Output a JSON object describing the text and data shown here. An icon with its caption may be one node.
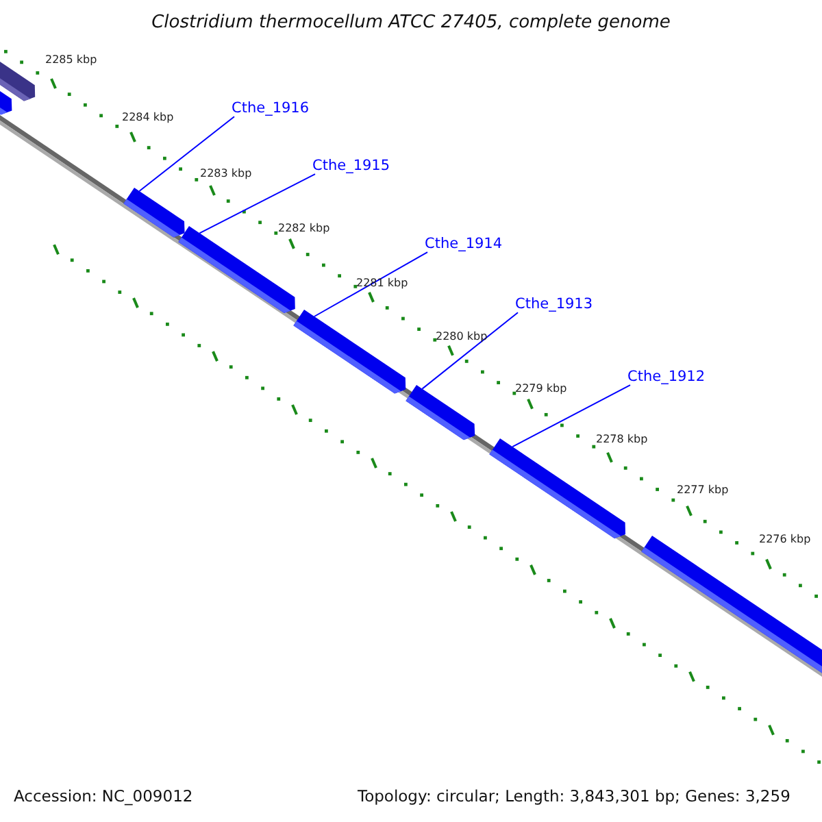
{
  "diagram": {
    "title": "Clostridium thermocellum ATCC 27405, complete genome",
    "nodes": [
      {
        "text": [],
        "shape": "bar"
      },
      {
        "text": [],
        "shape": "bar"
      },
      {
        "text": [
          "Cthe_1916"
        ]
      },
      {
        "text": [],
        "shape": "bar"
      },
      {
        "text": [
          "Cthe_1915"
        ]
      },
      {
        "text": [],
        "shape": "bar"
      },
      {
        "text": [
          "Cthe_1914"
        ]
      },
      {
        "text": [],
        "shape": "bar"
      },
      {
        "text": [
          "Cthe_1913"
        ]
      },
      {
        "text": [],
        "shape": "bar"
      },
      {
        "text": [
          "Cthe_1912"
        ]
      },
      {
        "text": [],
        "shape": "bar"
      },
      {
        "text": [],
        "shape": "bar"
      }
    ],
    "edges": [
      {
        "from": 2,
        "to": 3,
        "arrow": "none"
      },
      {
        "from": 4,
        "to": 5,
        "arrow": "none"
      },
      {
        "from": 6,
        "to": 7,
        "arrow": "none"
      },
      {
        "from": 8,
        "to": 9,
        "arrow": "none"
      },
      {
        "from": 10,
        "to": 11,
        "arrow": "none"
      }
    ],
    "labels": [
      "2285 kbp",
      "2284 kbp",
      "2283 kbp",
      "2282 kbp",
      "2281 kbp",
      "2280 kbp",
      "2279 kbp",
      "2278 kbp",
      "2277 kbp",
      "2276 kbp",
      "Accession: NC_009012",
      "Topology: circular; Length: 3,843,301 bp; Genes: 3,259"
    ]
  }
}
